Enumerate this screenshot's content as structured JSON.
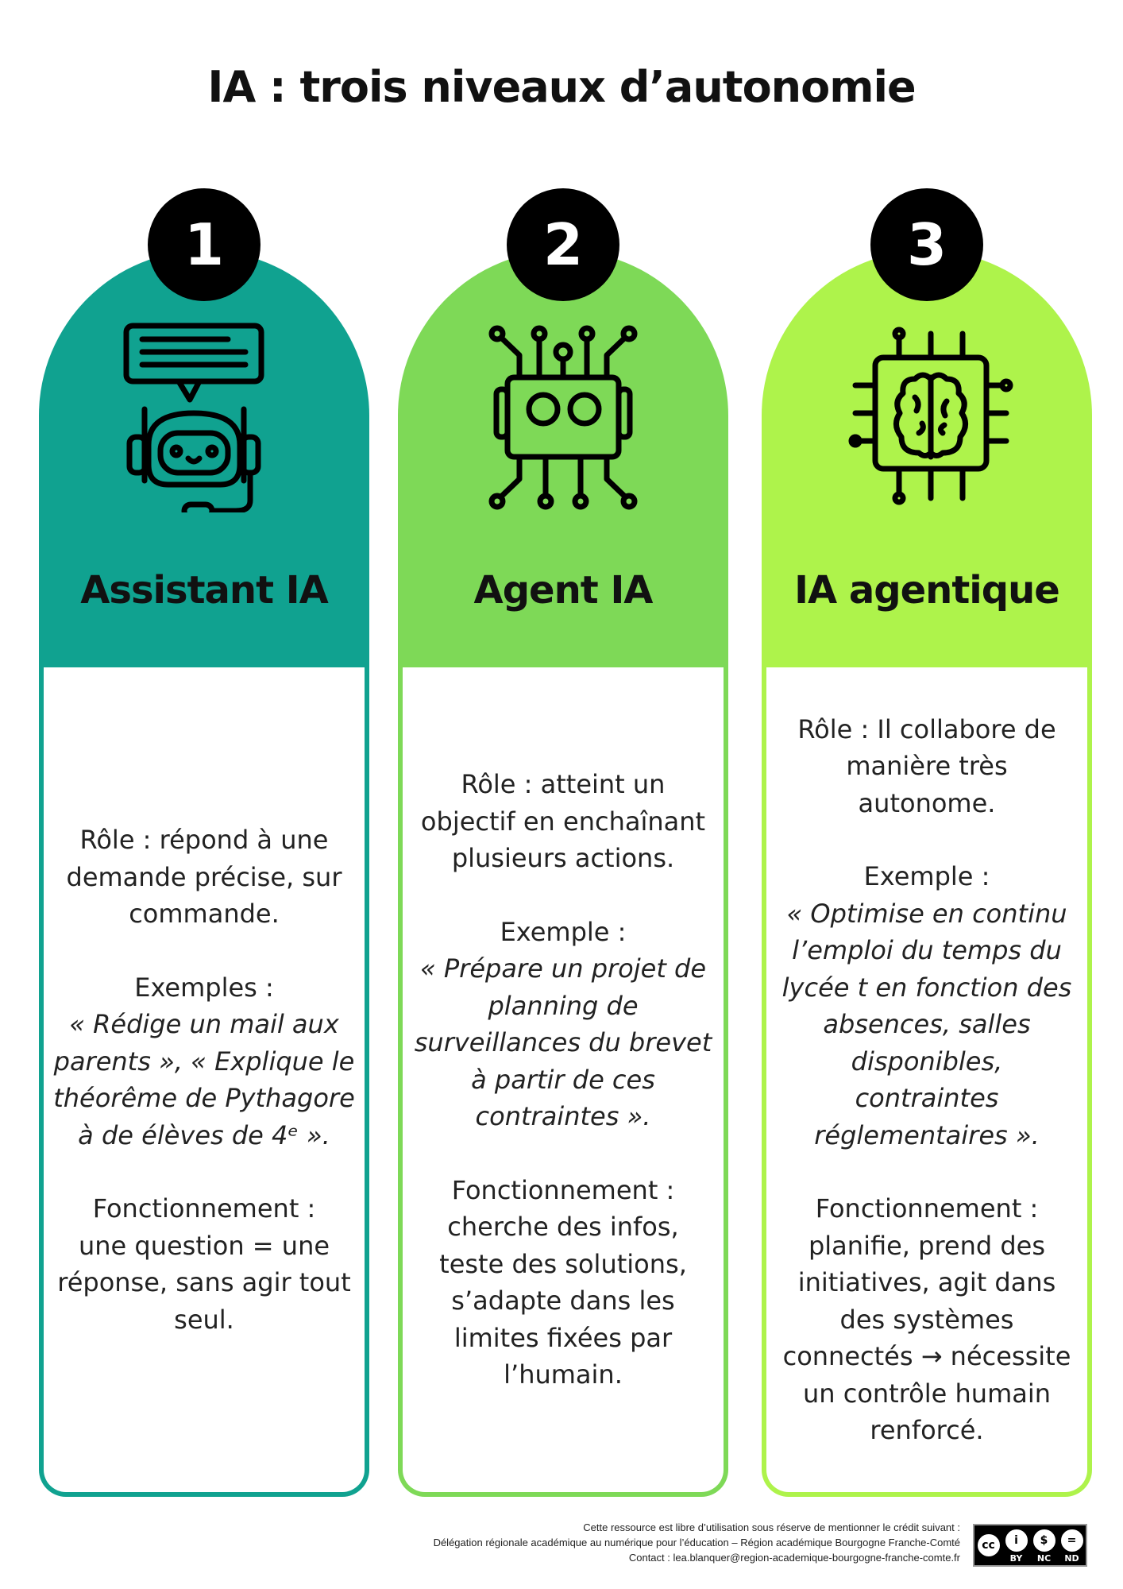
{
  "title": "IA : trois niveaux d’autonomie",
  "colors": {
    "level1": "#10a290",
    "level2": "#7ed957",
    "level3": "#aef34b"
  },
  "levels": [
    {
      "number": "1",
      "name": "Assistant IA",
      "icon": "chatbot-headset-icon",
      "role": "Rôle : répond à une demande précise, sur commande.",
      "example_label": "Exemples :",
      "example": "« Rédige un mail aux parents », « Explique le théorême de Pythagore à de élèves de 4ᵉ ».",
      "functioning_label": "Fonctionnement :",
      "functioning": "une question = une réponse, sans agir tout seul."
    },
    {
      "number": "2",
      "name": "Agent IA",
      "icon": "robot-circuit-icon",
      "role": "Rôle : atteint un objectif en enchaînant plusieurs actions.",
      "example_label": "Exemple :",
      "example": "« Prépare un projet de planning de surveillances du brevet à partir de ces contraintes ».",
      "functioning_label": "Fonctionnement :",
      "functioning": "cherche des infos, teste des solutions, s’adapte dans les limites fixées par l’humain."
    },
    {
      "number": "3",
      "name": "IA agentique",
      "icon": "brain-chip-icon",
      "role": "Rôle : Il collabore de manière très autonome.",
      "example_label": "Exemple :",
      "example": "« Optimise en continu l’emploi du temps du lycée t en fonction des absences, salles disponibles, contraintes réglementaires ».",
      "functioning_label": "Fonctionnement :",
      "functioning": "planifie, prend des initiatives, agit dans des systèmes connectés → nécessite un contrôle humain renforcé."
    }
  ],
  "footer": {
    "line1": "Cette ressource est libre d’utilisation sous réserve de mentionner le crédit suivant :",
    "line2": "Délégation régionale académique au numérique pour l’éducation – Région académique Bourgogne Franche-Comté",
    "line3": "Contact : lea.blanquer@region-academique-bourgogne-franche-comte.fr",
    "license": {
      "cc": "cc",
      "by": "BY",
      "nc": "NC",
      "nd": "ND"
    }
  }
}
